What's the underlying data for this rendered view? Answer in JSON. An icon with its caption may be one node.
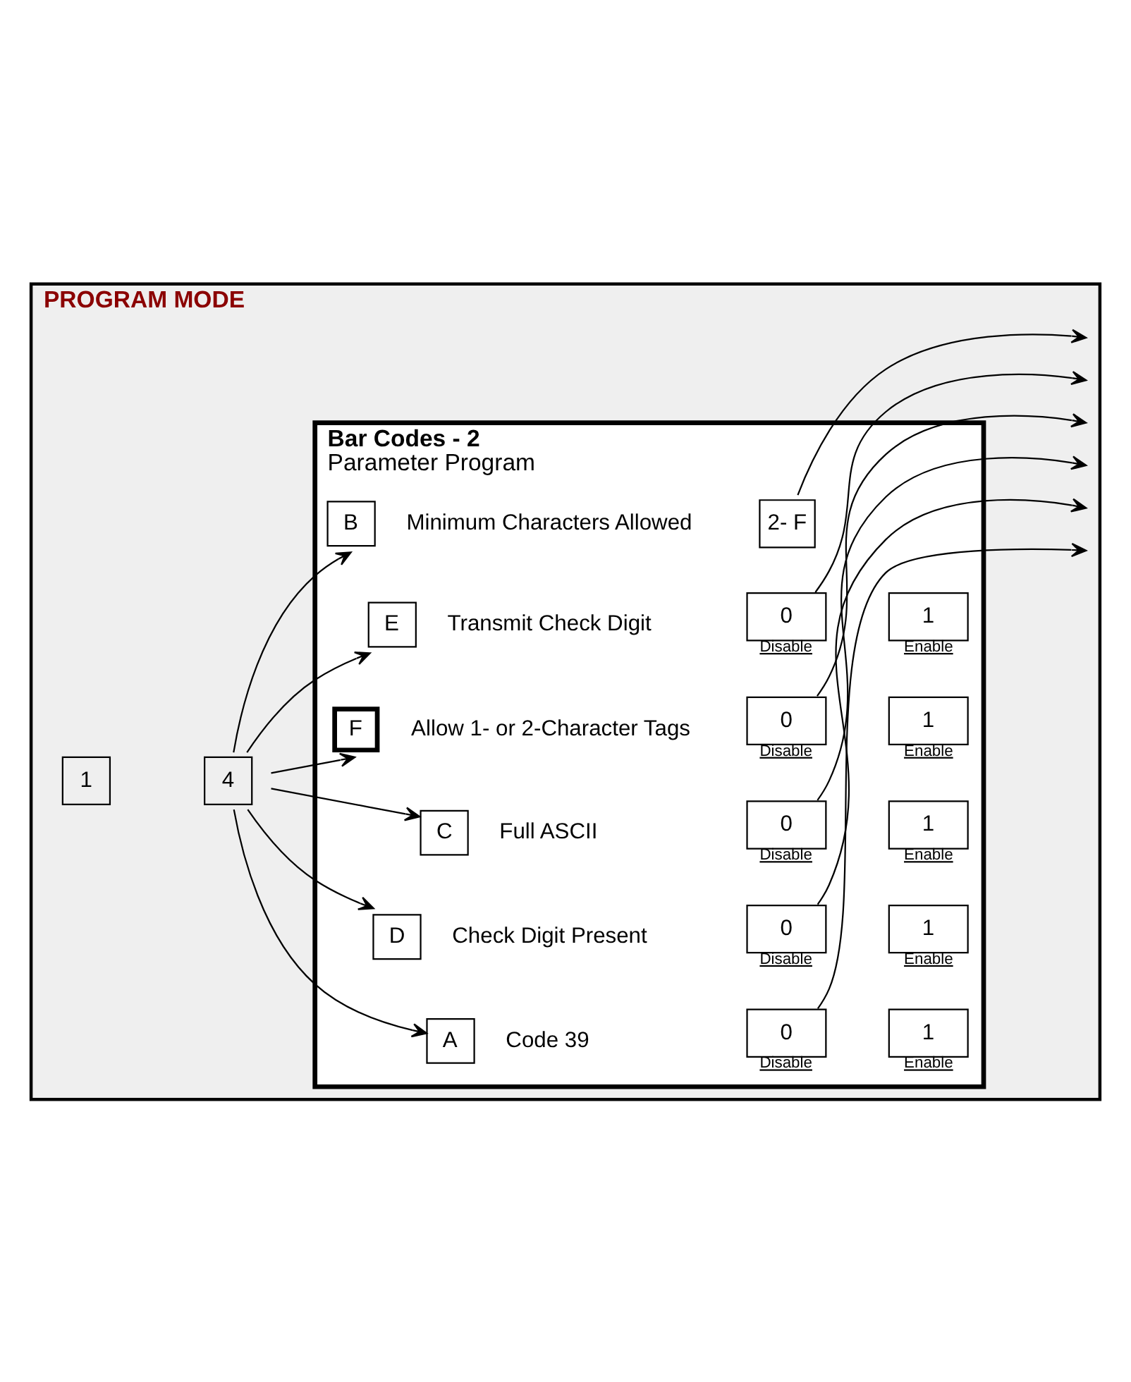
{
  "diagram": {
    "nodes": [
      {
        "text": [
          "PROGRAM MODE"
        ]
      },
      {
        "text": [
          "1"
        ],
        "in": 0
      },
      {
        "text": [
          "4"
        ],
        "in": 0
      },
      {
        "text": [
          "Bar Codes - 2",
          "Parameter Program"
        ],
        "in": 0
      },
      {
        "text": [
          "A"
        ],
        "beside": [
          "Code 39"
        ],
        "in": 3
      },
      {
        "text": [
          "0"
        ],
        "beside": [
          "Disable"
        ],
        "in": 3
      },
      {
        "text": [
          "1"
        ],
        "beside": [
          "Enable"
        ],
        "in": 3
      },
      {
        "text": [
          "B"
        ],
        "beside": [
          "Minimum Characters Allowed"
        ],
        "in": 3
      },
      {
        "text": [
          "2- F"
        ],
        "in": 3
      },
      {
        "text": [
          "C"
        ],
        "beside": [
          "Full ASCII"
        ],
        "in": 3
      },
      {
        "text": [
          "0"
        ],
        "beside": [
          "Disable"
        ],
        "in": 3
      },
      {
        "text": [
          "1"
        ],
        "beside": [
          "Enable"
        ],
        "in": 3
      },
      {
        "text": [
          "D"
        ],
        "beside": [
          "Check Digit Present"
        ],
        "in": 3
      },
      {
        "text": [
          "0"
        ],
        "beside": [
          "Disable"
        ],
        "in": 3
      },
      {
        "text": [
          "1"
        ],
        "beside": [
          "Enable"
        ],
        "in": 3
      },
      {
        "text": [
          "E"
        ],
        "beside": [
          "Transmit Check Digit"
        ],
        "in": 3
      },
      {
        "text": [
          "0"
        ],
        "beside": [
          "Disable"
        ],
        "in": 3
      },
      {
        "text": [
          "1"
        ],
        "beside": [
          "Enable"
        ],
        "in": 3
      },
      {
        "text": [
          "F"
        ],
        "beside": [
          "Allow 1- or 2-Character Tags"
        ],
        "in": 3
      },
      {
        "text": [
          "0"
        ],
        "beside": [
          "Disable"
        ],
        "in": 3
      },
      {
        "text": [
          "1"
        ],
        "beside": [
          "Enable"
        ],
        "in": 3
      }
    ],
    "edges": [
      {
        "from": 2,
        "to": 4,
        "arrow": "to"
      },
      {
        "from": 2,
        "to": 7,
        "arrow": "to"
      },
      {
        "from": 2,
        "to": 9,
        "arrow": "to"
      },
      {
        "from": 2,
        "to": 12,
        "arrow": "to"
      },
      {
        "from": 2,
        "to": 15,
        "arrow": "to"
      },
      {
        "from": 2,
        "to": 18,
        "arrow": "to"
      },
      {
        "from": 5,
        "to": null,
        "arrow": "to"
      },
      {
        "from": 8,
        "to": null,
        "arrow": "to"
      },
      {
        "from": 10,
        "to": null,
        "arrow": "to"
      },
      {
        "from": 13,
        "to": null,
        "arrow": "to"
      },
      {
        "from": 16,
        "to": null,
        "arrow": "to"
      },
      {
        "from": 19,
        "to": null,
        "arrow": "to"
      }
    ]
  }
}
